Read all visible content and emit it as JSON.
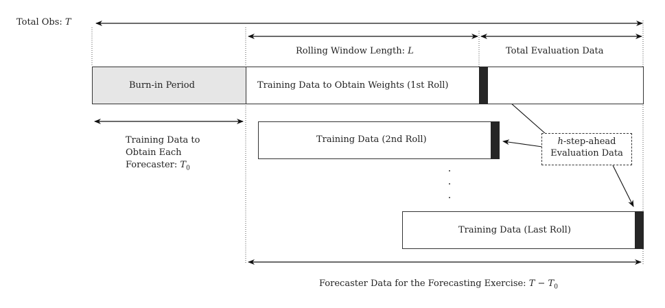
{
  "total_obs": {
    "text": "Total Obs: ",
    "symbol": "T"
  },
  "rolling_window": {
    "text": "Rolling Window Length: ",
    "symbol": "L"
  },
  "total_eval": "Total Evaluation Data",
  "burn_in": "Burn-in Period",
  "first_roll": "Training Data to Obtain Weights (1st Roll)",
  "second_roll": "Training Data (2nd Roll)",
  "last_roll": "Training Data (Last Roll)",
  "training_each": {
    "line1": "Training Data to",
    "line2": "Obtain Each",
    "line3": "Forecaster: ",
    "symbol": "T",
    "subscript": "0"
  },
  "eval_note": {
    "prefix": "h",
    "line1": "-step-ahead",
    "line2": "Evaluation Data"
  },
  "forecaster_data": {
    "text": "Forecaster Data for the Forecasting Exercise: ",
    "symbol": "T",
    "minus": " − ",
    "symbol2": "T",
    "subscript": "0"
  },
  "ellipsis": "·"
}
